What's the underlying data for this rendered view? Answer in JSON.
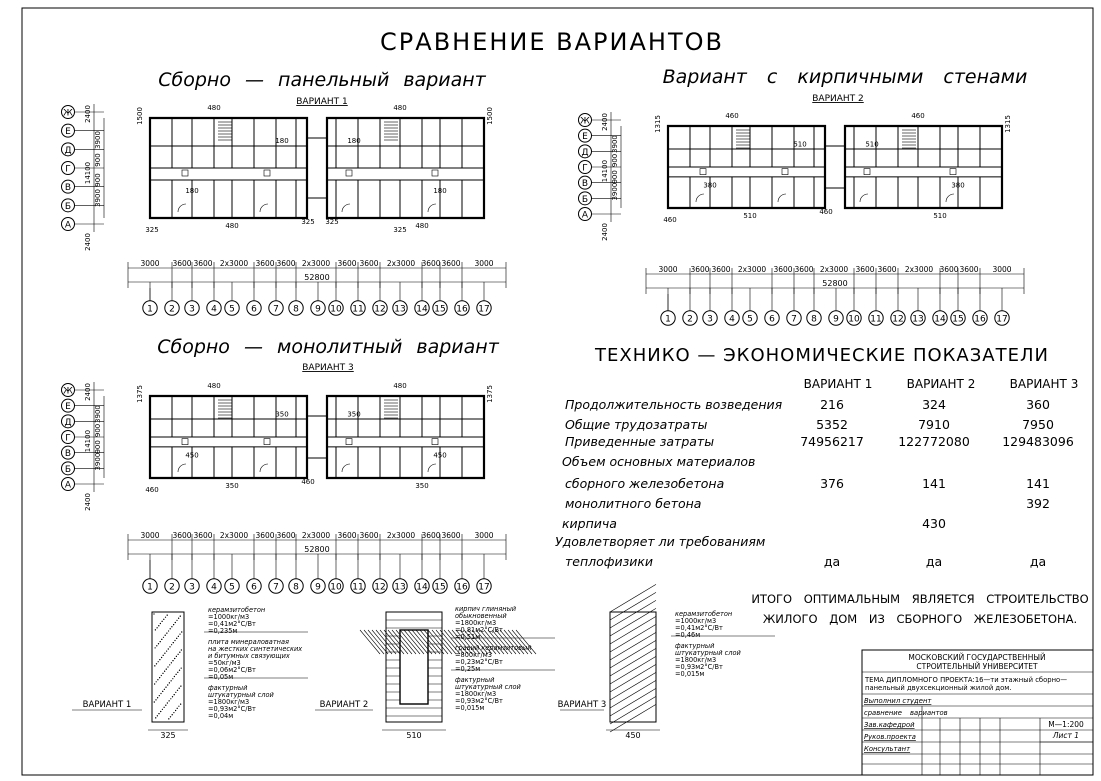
{
  "title": "СРАВНЕНИЕ ВАРИАНТОВ",
  "plans": [
    {
      "heading": "Сборно — панельный вариант",
      "variant": "ВАРИАНТ 1",
      "dims_top": [
        "3000",
        "3600",
        "3600",
        "2x3000",
        "3600",
        "3600",
        "2x3000",
        "3600",
        "3600",
        "2x3000",
        "3600",
        "3600",
        "3000"
      ],
      "total": "52800",
      "labels": [
        "480",
        "480",
        "180",
        "180",
        "180",
        "180",
        "480",
        "480",
        "325",
        "325",
        "325",
        "325"
      ],
      "vertical_dims": [
        "2400",
        "3900",
        "900",
        "14100",
        "900",
        "3900",
        "2400",
        "1500",
        "1500"
      ]
    },
    {
      "heading": "Вариант с кирпичными стенами",
      "variant": "ВАРИАНТ 2",
      "dims_top": [
        "3000",
        "3600",
        "3600",
        "2x3000",
        "3600",
        "3600",
        "2x3000",
        "3600",
        "3600",
        "2x3000",
        "3600",
        "3600",
        "3000"
      ],
      "total": "52800",
      "labels": [
        "460",
        "460",
        "510",
        "510",
        "380",
        "380",
        "510",
        "510",
        "460",
        "460"
      ],
      "vertical_dims": [
        "2400",
        "3900",
        "900",
        "14100",
        "900",
        "3900",
        "2400",
        "1315",
        "1315"
      ]
    },
    {
      "heading": "Сборно — монолитный вариант",
      "variant": "ВАРИАНТ 3",
      "dims_top": [
        "3000",
        "3600",
        "3600",
        "2x3000",
        "3600",
        "3600",
        "2x3000",
        "3600",
        "3600",
        "2x3000",
        "3600",
        "3600",
        "3000"
      ],
      "total": "52800",
      "labels": [
        "480",
        "480",
        "350",
        "350",
        "450",
        "450",
        "350",
        "350",
        "460",
        "460"
      ],
      "vertical_dims": [
        "2400",
        "3900",
        "900",
        "14100",
        "900",
        "3900",
        "2400",
        "1375",
        "1375"
      ]
    }
  ],
  "axis_letters": [
    "Ж",
    "Е",
    "Д",
    "Г",
    "В",
    "Б",
    "А"
  ],
  "axis_numbers": [
    "1",
    "2",
    "3",
    "4",
    "5",
    "6",
    "7",
    "8",
    "9",
    "10",
    "11",
    "12",
    "13",
    "14",
    "15",
    "16",
    "17"
  ],
  "tep": {
    "heading": "ТЕХНИКО — ЭКОНОМИЧЕСКИЕ ПОКАЗАТЕЛИ",
    "columns": [
      "ВАРИАНТ 1",
      "ВАРИАНТ 2",
      "ВАРИАНТ 3"
    ],
    "rows": [
      {
        "label": "Продолжительность возведения",
        "v1": "216",
        "v2": "324",
        "v3": "360"
      },
      {
        "label": "Общие трудозатраты",
        "v1": "5352",
        "v2": "7910",
        "v3": "7950"
      },
      {
        "label": "Приведенные затраты",
        "v1": "74956217",
        "v2": "122772080",
        "v3": "129483096"
      },
      {
        "label": "Объем основных материалов",
        "v1": "",
        "v2": "",
        "v3": ""
      },
      {
        "label": "сборного железобетона",
        "v1": "376",
        "v2": "141",
        "v3": "141"
      },
      {
        "label": "монолитного бетона",
        "v1": "",
        "v2": "",
        "v3": "392"
      },
      {
        "label": "кирпича",
        "v1": "",
        "v2": "430",
        "v3": ""
      },
      {
        "label": "Удовлетворяет ли требованиям",
        "v1": "",
        "v2": "",
        "v3": ""
      },
      {
        "label": "теплофизики",
        "v1": "да",
        "v2": "да",
        "v3": "да"
      }
    ],
    "conclusion_1": "ИТОГО ОПТИМАЛЬНЫМ ЯВЛЯЕТСЯ СТРОИТЕЛЬСТВО",
    "conclusion_2": "ЖИЛОГО ДОМ ИЗ СБОРНОГО ЖЕЛЕЗОБЕТОНА."
  },
  "sections": [
    {
      "variant": "ВАРИАНТ 1",
      "width": "325",
      "notes": [
        "керамзитобетон",
        "=1000кг/м3",
        "=0,41м2°С/Вт",
        "=0,235м",
        "плита минераловатная",
        "на жестких синтетических",
        "и битумных связующих",
        "=50кг/м3",
        "=0,06м2°С/Вт",
        "=0,05м",
        "фактурный",
        "штукатурный слой",
        "=1800кг/м3",
        "=0,93м2°С/Вт",
        "=0,04м"
      ]
    },
    {
      "variant": "ВАРИАНТ 2",
      "width": "510",
      "notes": [
        "кирпич глиняный",
        "обыкновенный",
        "=1800кг/м3",
        "=0,81м2°С/Вт",
        "=0,51м",
        "гравий керамзитовый",
        "=800кг/м3",
        "=0,23м2°С/Вт",
        "=0,25м",
        "фактурный",
        "штукатурный слой",
        "=1800кг/м3",
        "=0,93м2°С/Вт",
        "=0,015м"
      ]
    },
    {
      "variant": "ВАРИАНТ 3",
      "width": "450",
      "notes": [
        "керамзитобетон",
        "=1000кг/м3",
        "=0,41м2°С/Вт",
        "=0,46м",
        "фактурный",
        "штукатурный слой",
        "=1800кг/м3",
        "=0,93м2°С/Вт",
        "=0,015м"
      ]
    }
  ],
  "title_block": {
    "org_1": "МОСКОВСКИЙ ГОСУДАРСТВЕННЫЙ",
    "org_2": "СТРОИТЕЛЬНЫЙ УНИВЕРСИТЕТ",
    "theme_1": "ТЕМА ДИПЛОМНОГО ПРОЕКТА:16—ти этажный сборно—",
    "theme_2": "панельный двухсекционный жилой дом.",
    "performer": "Выполнил студент",
    "sheet_name": "сравнение вариантов",
    "dept_head": "Зав.кафедрой",
    "supervisor": "Руков.проекта",
    "consultant": "Консультант",
    "scale": "М—1:200",
    "sheet": "Лист 1"
  }
}
